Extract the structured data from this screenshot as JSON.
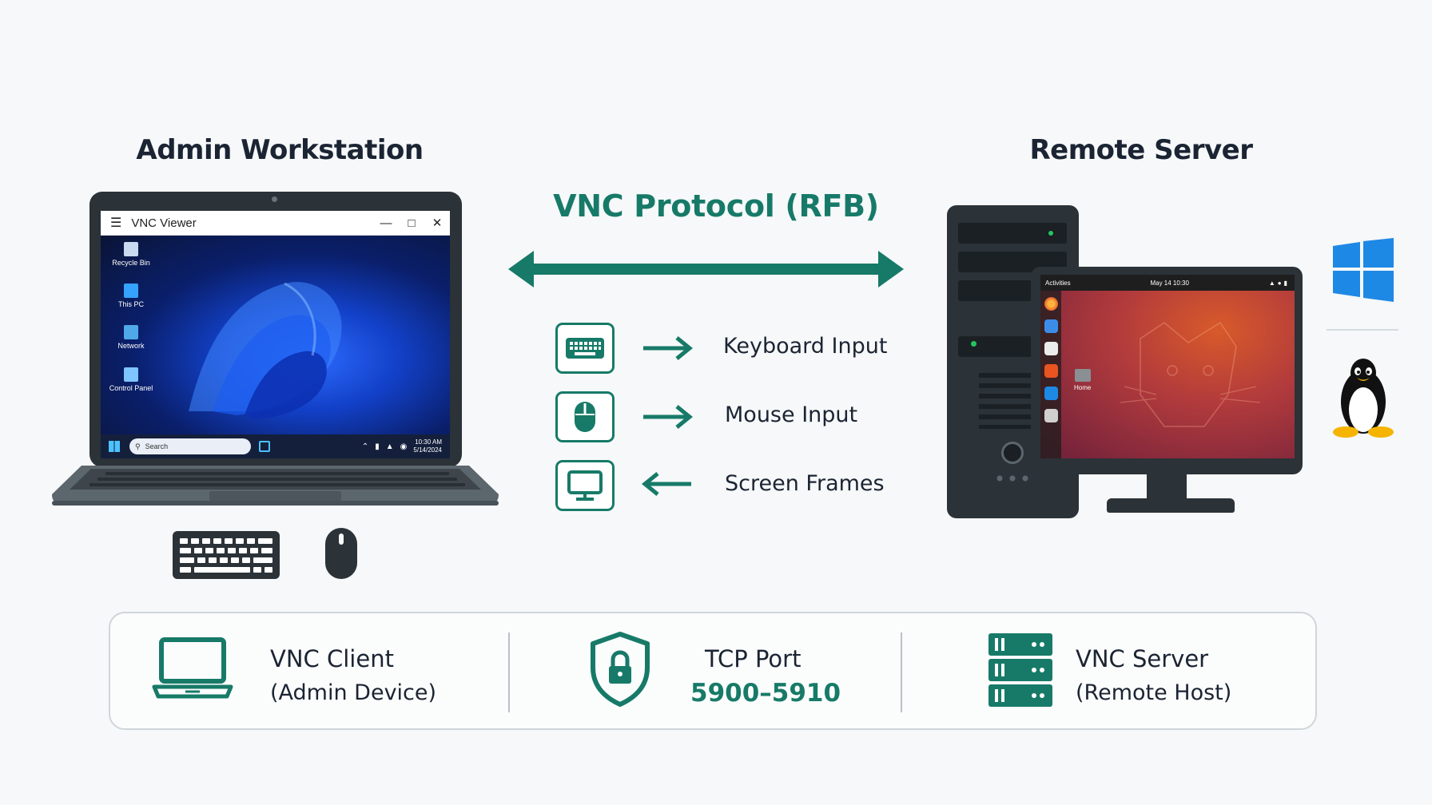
{
  "left_title": "Admin Workstation",
  "right_title": "Remote Server",
  "protocol_title": "VNC Protocol (RFB)",
  "flows": [
    {
      "label": "Keyboard Input",
      "icon": "keyboard-icon",
      "direction": "to-server"
    },
    {
      "label": "Mouse Input",
      "icon": "mouse-icon",
      "direction": "to-server"
    },
    {
      "label": "Screen Frames",
      "icon": "monitor-icon",
      "direction": "to-client"
    }
  ],
  "viewer": {
    "window_title": "VNC Viewer",
    "desktop_icons": [
      "Recycle Bin",
      "This PC",
      "Network",
      "Control Panel"
    ],
    "search_placeholder": "Search",
    "clock_time": "10:30 AM",
    "clock_date": "5/14/2024"
  },
  "server_screen": {
    "activities": "Activities",
    "clock": "May 14  10:30",
    "home_label": "Home"
  },
  "os_icons": [
    "windows-logo-icon",
    "linux-tux-icon"
  ],
  "bottom": {
    "client": {
      "title": "VNC Client",
      "subtitle": "(Admin Device)"
    },
    "port": {
      "title": "TCP Port",
      "value": "5900–5910"
    },
    "server": {
      "title": "VNC Server",
      "subtitle": "(Remote Host)"
    }
  },
  "colors": {
    "accent": "#177a68",
    "text": "#1b2433",
    "background": "#f6f8f9"
  }
}
